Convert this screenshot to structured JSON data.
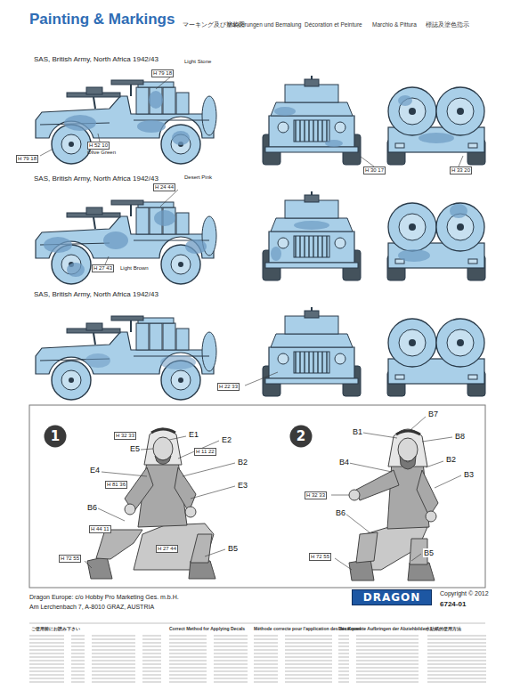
{
  "diagram": {
    "title": "Painting & Markings",
    "nodes": [
      {
        "text": [
          "1"
        ]
      },
      {
        "text": [
          "2"
        ]
      },
      {
        "text": [
          "DRAGON"
        ]
      }
    ],
    "labels": [
      "マーキング及び塗装図",
      "Markierungen und Bemalung",
      "Décoration et Peinture",
      "Marchio & Pittura",
      "標誌及塗色指示",
      "SAS, British Army, North Africa 1942/43",
      "Light Stone",
      "H 79 18",
      "H 52 10",
      "Olive Green",
      "H 79 18",
      "H 30 17",
      "H 33 20",
      "SAS, British Army, North Africa 1942/43",
      "Desert Pink",
      "H 24 44",
      "H 27 43",
      "Light Brown",
      "SAS, British Army, North Africa 1942/43",
      "H 22 33",
      "E1",
      "E5",
      "E2",
      "B2",
      "E4",
      "E3",
      "B6",
      "B5",
      "H 32 33",
      "H 11 22",
      "H 81 36",
      "H 44 11",
      "H 27 44",
      "H 72 55",
      "B7",
      "B1",
      "B8",
      "B4",
      "B2",
      "B3",
      "B6",
      "B5",
      "H 32 33",
      "H 72 55",
      "Dragon Europe: c/o Hobby Pro Marketing Ges. m.b.H.",
      "Am Lerchenbach 7, A-8010 GRAZ, AUSTRIA",
      "Copyright © 2012",
      "6724-01",
      "ご使用前にお読み下さい",
      "Correct Method for Applying Decals",
      "Méthode correcte pour l'application des décalques",
      "Das Korrekte Aufbringen der Abziehbilder",
      "水貼紙的使用方法"
    ]
  }
}
